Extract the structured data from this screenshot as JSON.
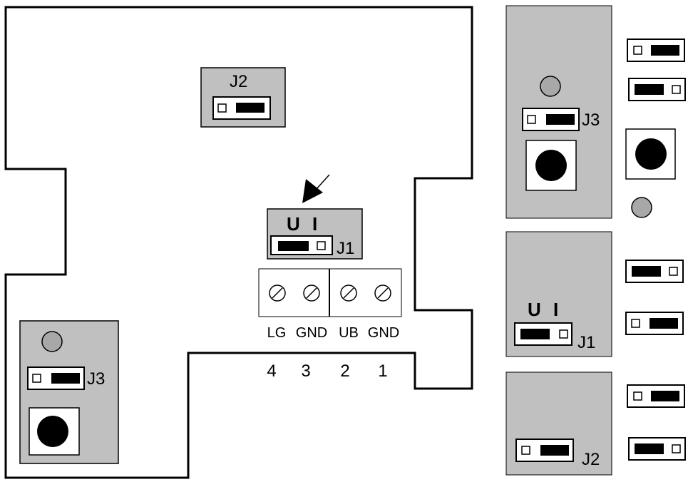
{
  "main_board": {
    "j2": {
      "label": "J2"
    },
    "j1": {
      "label": "J1",
      "pos_u": "U",
      "pos_i": "I"
    },
    "j3": {
      "label": "J3"
    },
    "terminal_labels": [
      "LG",
      "GND",
      "UB",
      "GND"
    ],
    "terminal_numbers": [
      "4",
      "3",
      "2",
      "1"
    ]
  },
  "detail_panels": {
    "j3": {
      "label": "J3"
    },
    "j1": {
      "label": "J1",
      "pos_u": "U",
      "pos_i": "I"
    },
    "j2": {
      "label": "J2"
    }
  },
  "colors": {
    "panel_gray": "#c0c0c0",
    "pad_gray": "#a8a8a8",
    "outline": "#000000"
  }
}
